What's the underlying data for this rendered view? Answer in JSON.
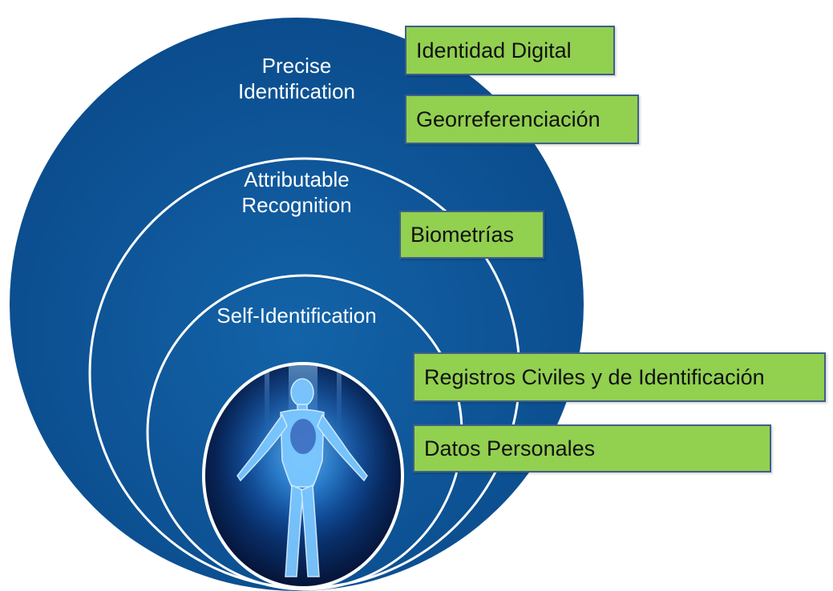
{
  "rings": {
    "outer_label": [
      "Precise",
      "Identification"
    ],
    "middle_label": [
      "Attributable",
      "Recognition"
    ],
    "inner_label": [
      "Self-Identification"
    ]
  },
  "tags": [
    "Identidad Digital",
    "Georreferenciación",
    "Biometrías",
    "Registros Civiles y de Identificación",
    "Datos Personales"
  ],
  "colors": {
    "outer_circle": "#0d4d8f",
    "ring_stroke": "#ffffff",
    "tag_fill": "#92d050",
    "tag_border": "#3f5f8a",
    "figure_glow": "#3fa9ff"
  },
  "icons": {
    "center_figure": "human-body-figure-icon"
  }
}
